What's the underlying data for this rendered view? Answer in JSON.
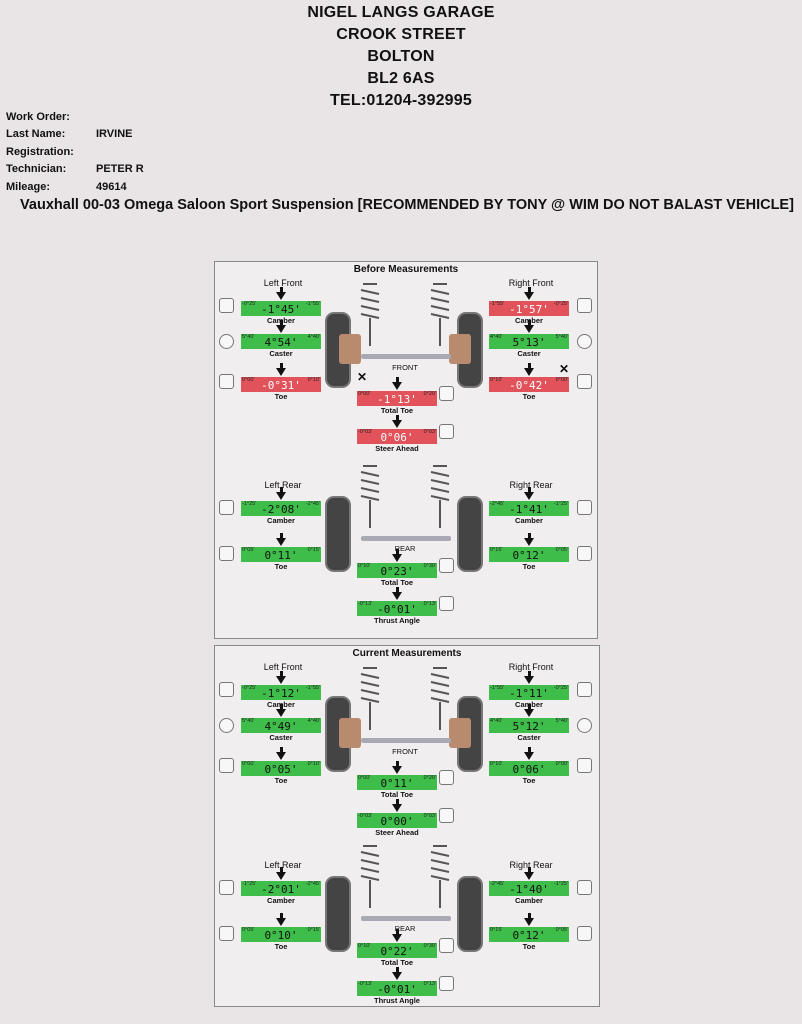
{
  "header": {
    "line1": "NIGEL LANGS GARAGE",
    "line2": "CROOK STREET",
    "line3": "BOLTON",
    "line4": "BL2 6AS",
    "line5": "TEL:01204-392995"
  },
  "info": [
    {
      "label": "Work Order:",
      "value": ""
    },
    {
      "label": "Last Name:",
      "value": "IRVINE"
    },
    {
      "label": "Registration:",
      "value": ""
    },
    {
      "label": "Technician:",
      "value": "PETER R"
    },
    {
      "label": "Mileage:",
      "value": "49614"
    }
  ],
  "vehicle": "Vauxhall 00-03 Omega Saloon Sport Suspension [RECOMMENDED BY TONY @ WIM DO NOT BALAST VEHICLE]",
  "before": {
    "title": "Before Measurements",
    "front_label": "FRONT",
    "rear_label": "REAR",
    "left_front": "Left Front",
    "right_front": "Right Front",
    "left_rear": "Left Rear",
    "right_rear": "Right Rear",
    "lf_camber": {
      "value": "-1°45'",
      "min": "-0°25'",
      "max": "-1°55'",
      "cap": "Camber"
    },
    "lf_caster": {
      "value": "4°54'",
      "min": "5°40'",
      "max": "4°40'",
      "cap": "Caster"
    },
    "lf_toe": {
      "value": "-0°31'",
      "min": "0°00'",
      "max": "0°10'",
      "cap": "Toe"
    },
    "rf_camber": {
      "value": "-1°57'",
      "min": "-1°55'",
      "max": "-0°25'",
      "cap": "Camber"
    },
    "rf_caster": {
      "value": "5°13'",
      "min": "4°40'",
      "max": "5°40'",
      "cap": "Caster"
    },
    "rf_toe": {
      "value": "-0°42'",
      "min": "0°10'",
      "max": "0°00'",
      "cap": "Toe"
    },
    "total_toe": {
      "value": "-1°13'",
      "min": "0°00'",
      "max": "0°20'",
      "cap": "Total Toe"
    },
    "steer_ahead": {
      "value": "0°06'",
      "min": "-0°03'",
      "max": "0°03'",
      "cap": "Steer Ahead"
    },
    "lr_camber": {
      "value": "-2°08'",
      "min": "-1°25'",
      "max": "-2°45'",
      "cap": "Camber"
    },
    "lr_toe": {
      "value": "0°11'",
      "min": "0°05'",
      "max": "0°15'",
      "cap": "Toe"
    },
    "rr_camber": {
      "value": "-1°41'",
      "min": "-2°45'",
      "max": "-1°25'",
      "cap": "Camber"
    },
    "rr_toe": {
      "value": "0°12'",
      "min": "0°15'",
      "max": "0°05'",
      "cap": "Toe"
    },
    "rear_total_toe": {
      "value": "0°23'",
      "min": "0°10'",
      "max": "0°30'",
      "cap": "Total Toe"
    },
    "thrust": {
      "value": "-0°01'",
      "min": "-0°13'",
      "max": "0°13'",
      "cap": "Thrust Angle"
    }
  },
  "current": {
    "title": "Current Measurements",
    "front_label": "FRONT",
    "rear_label": "REAR",
    "left_front": "Left Front",
    "right_front": "Right Front",
    "left_rear": "Left Rear",
    "right_rear": "Right Rear",
    "lf_camber": {
      "value": "-1°12'",
      "min": "-0°25'",
      "max": "-1°55'",
      "cap": "Camber"
    },
    "lf_caster": {
      "value": "4°49'",
      "min": "5°40'",
      "max": "4°40'",
      "cap": "Caster"
    },
    "lf_toe": {
      "value": "0°05'",
      "min": "0°00'",
      "max": "0°10'",
      "cap": "Toe"
    },
    "rf_camber": {
      "value": "-1°11'",
      "min": "-1°55'",
      "max": "-0°25'",
      "cap": "Camber"
    },
    "rf_caster": {
      "value": "5°12'",
      "min": "4°40'",
      "max": "5°40'",
      "cap": "Caster"
    },
    "rf_toe": {
      "value": "0°06'",
      "min": "0°10'",
      "max": "0°00'",
      "cap": "Toe"
    },
    "total_toe": {
      "value": "0°11'",
      "min": "0°00'",
      "max": "0°20'",
      "cap": "Total Toe"
    },
    "steer_ahead": {
      "value": "0°00'",
      "min": "-0°03'",
      "max": "0°03'",
      "cap": "Steer Ahead"
    },
    "lr_camber": {
      "value": "-2°01'",
      "min": "-1°25'",
      "max": "-2°45'",
      "cap": "Camber"
    },
    "lr_toe": {
      "value": "0°10'",
      "min": "0°05'",
      "max": "0°15'",
      "cap": "Toe"
    },
    "rr_camber": {
      "value": "-1°40'",
      "min": "-2°45'",
      "max": "-1°25'",
      "cap": "Camber"
    },
    "rr_toe": {
      "value": "0°12'",
      "min": "0°15'",
      "max": "0°05'",
      "cap": "Toe"
    },
    "rear_total_toe": {
      "value": "0°22'",
      "min": "0°10'",
      "max": "0°30'",
      "cap": "Total Toe"
    },
    "thrust": {
      "value": "-0°01'",
      "min": "-0°13'",
      "max": "0°13'",
      "cap": "Thrust Angle"
    }
  },
  "colors": {
    "in_spec": "#3fbd4a",
    "out_of_spec": "#e2525a"
  }
}
